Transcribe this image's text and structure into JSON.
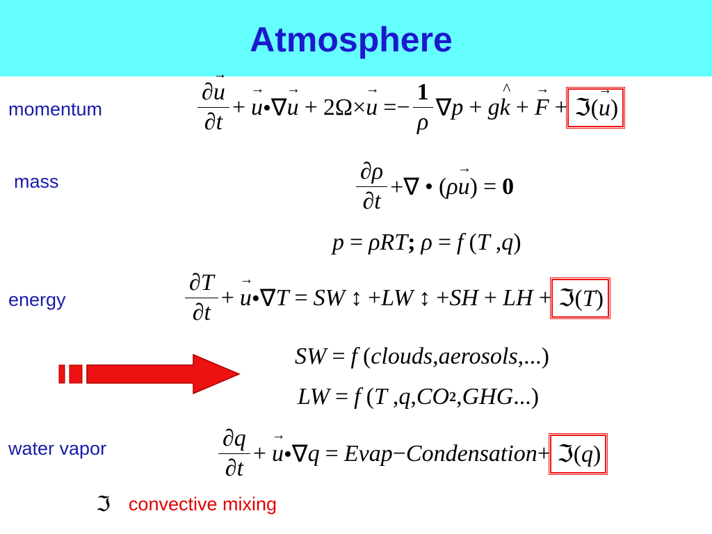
{
  "slide": {
    "title": "Atmosphere",
    "labels": {
      "momentum": "momentum",
      "mass": "mass",
      "energy": "energy",
      "water_vapor": "water vapor"
    },
    "footnote": {
      "symbol": "ℑ",
      "text": "convective mixing"
    },
    "colors": {
      "header_bg": "#66ffff",
      "title": "#1a1acc",
      "labels": "#1a1aa8",
      "highlight": "#e11111",
      "arrow": "#ee1111"
    },
    "arrow_icon": "right-arrow-icon"
  }
}
